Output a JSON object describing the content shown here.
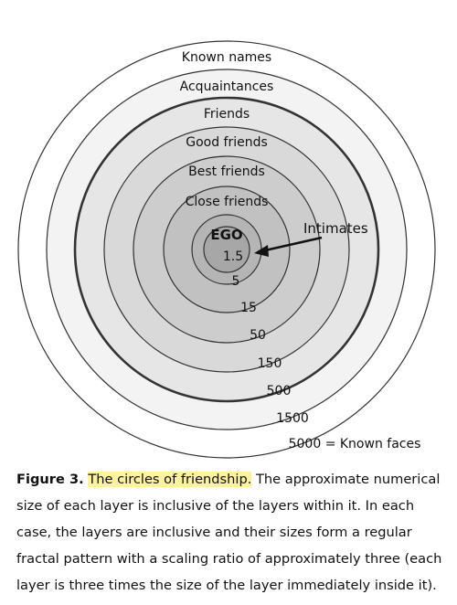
{
  "diagram": {
    "rings": [
      {
        "label": "Known names",
        "count": "5000 = Known faces",
        "fill": "#ffffff"
      },
      {
        "label": "Acquaintances",
        "count": "1500",
        "fill": "#f3f3f3"
      },
      {
        "label": "Friends",
        "count": "500",
        "fill": "#e6e6e6"
      },
      {
        "label": "Good friends",
        "count": "150",
        "fill": "#d9d9d9"
      },
      {
        "label": "Best friends",
        "count": "50",
        "fill": "#cdcdcd"
      },
      {
        "label": "Close friends",
        "count": "15",
        "fill": "#c1c1c1"
      },
      {
        "label": "",
        "count": "5",
        "fill": "#b5b5b5"
      },
      {
        "label": "EGO",
        "count": "1.5",
        "fill": "#a7a7a7"
      }
    ],
    "intimates_label": "Intimates"
  },
  "caption": {
    "figure_label": "Figure 3.",
    "title": "The circles of friendship.",
    "body": " The approximate numerical size of each layer is inclusive of the layers within it. In each case, the layers are inclusive and their sizes form a regular fractal pattern with a scaling ratio of approximately three (each layer is three times the size of the layer immediately inside it)."
  }
}
